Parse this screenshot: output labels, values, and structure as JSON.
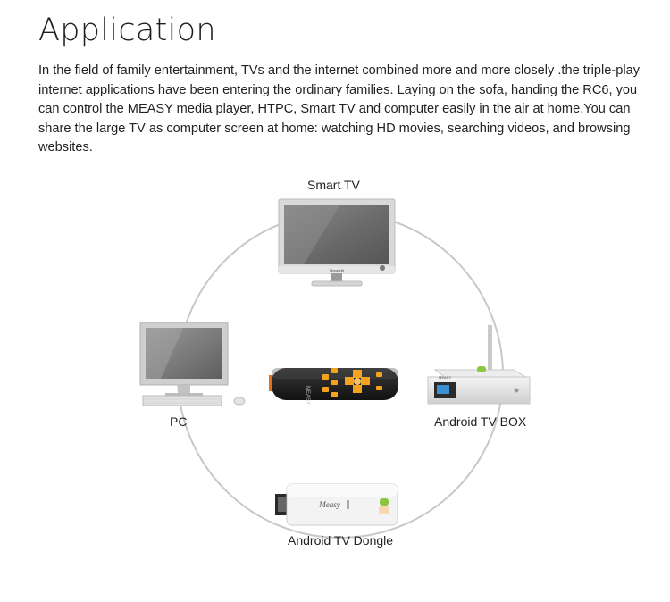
{
  "heading": "Application",
  "description": "In the field of family entertainment, TVs and the internet combined more and more closely .the triple-play internet applications have been entering the ordinary families. Laying on the sofa, handing the RC6, you can control the MEASY media player, HTPC, Smart TV and computer easily in the air at home.You can share the large TV as computer screen at home: watching HD movies, searching videos, and browsing websites.",
  "devices": {
    "smart_tv": "Smart TV",
    "pc": "PC",
    "tv_box": "Android TV BOX",
    "dongle": "Android TV Dongle"
  },
  "device_brand_text": {
    "tv_brand": "Skyworth",
    "box_brand": "MEASY",
    "dongle_brand": "Measy",
    "remote_brand": "MEASY"
  },
  "colors": {
    "circle": "#c8c8c8",
    "screen_dark": "#6d6d6d",
    "remote_orange": "#f5a21f",
    "android_green": "#8cc63f"
  }
}
